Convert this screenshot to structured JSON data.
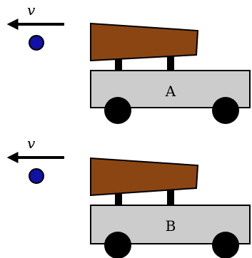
{
  "colors": {
    "ball": "#1111a8",
    "cart_body": "#cccccc",
    "ramp": "#8b4513",
    "wheel": "#000000",
    "outline": "#000000"
  },
  "panels": [
    {
      "velocity_label": "v",
      "cart_label": "A"
    },
    {
      "velocity_label": "v",
      "cart_label": "B"
    }
  ]
}
